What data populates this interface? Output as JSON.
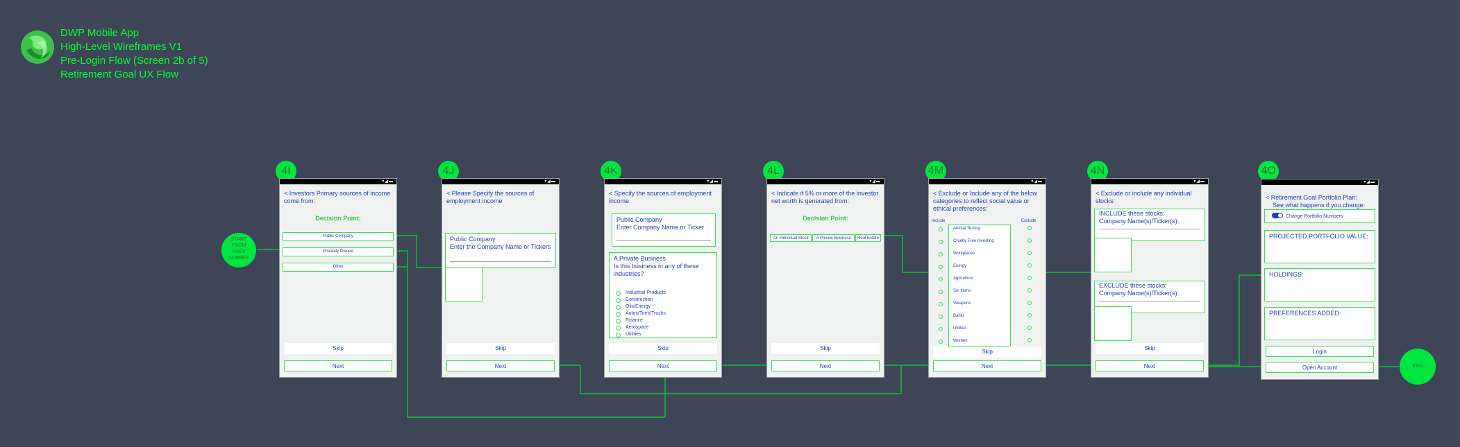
{
  "header": {
    "line1": "DWP Mobile App",
    "line2": "High-Level Wireframes V1",
    "line3": "Pre-Login Flow (Screen 2b of 5)",
    "line4": "Retirement Goal UX Flow"
  },
  "colors": {
    "background": "#3e4557",
    "accent": "#00ff33",
    "text": "#1f3fbf",
    "screen": "#f0f2f2"
  },
  "start_node": {
    "line1": "START",
    "line2": "FROM",
    "line3": "PREV",
    "line4": "SCREEN"
  },
  "end_node": {
    "label": "END"
  },
  "screens": {
    "s4i": {
      "id": "4I",
      "header": "< Investors Primary sources of income come from:",
      "decision": "Decision Point:",
      "options": [
        "Public Company",
        "Privately Owned",
        "Other"
      ],
      "skip": "Skip",
      "next": "Next"
    },
    "s4j": {
      "id": "4J",
      "header": "< Please Specify the sources of employment income",
      "field_line1": "Public Company",
      "field_line2": "Enter the Company Name or Tickers",
      "skip": "Skip",
      "next": "Next"
    },
    "s4k": {
      "id": "4K",
      "header": "< Specify the sources of employment income.",
      "field_line1": "Public Company",
      "field_line2": "Enter Company Name or Ticker",
      "private_line1": "A Private Business",
      "private_line2": "Is this business in any of these industries?",
      "industries": [
        "Industrial Products",
        "Construction",
        "Oils/Energy",
        "Autos/Tires/Trucks",
        "Finance",
        "Aerospace",
        "Utilities"
      ],
      "skip": "Skip",
      "next": "Next"
    },
    "s4l": {
      "id": "4L",
      "header": "< Indicate if 5% or more of the investor net worth is generated from:",
      "decision": "Decision Point:",
      "tabs": [
        "An Individual Stock",
        "A Private Business",
        "Real Estate"
      ],
      "skip": "Skip",
      "next": "Next"
    },
    "s4m": {
      "id": "4M",
      "header": "< Exclude or Include any of the below categories to reflect social value or ethical preferences:",
      "include_label": "Include",
      "exclude_label": "Exclude",
      "categories": [
        "Animal Testing",
        "Cruelty Free Investing",
        "Workplaces",
        "Energy",
        "Agriculture",
        "Sin Items",
        "Weapons",
        "Banks",
        "Utilities",
        "Women"
      ],
      "skip": "Skip",
      "next": "Next"
    },
    "s4n": {
      "id": "4N",
      "header": "< Exclude or include any individual stocks:",
      "include_line1": "INCLUDE these stocks:",
      "include_line2": "Company Name(s)/Ticker(s):",
      "exclude_line1": "EXCLUDE these stocks:",
      "exclude_line2": "Company Name(s)/Ticker(s):",
      "skip": "Skip",
      "next": "Next"
    },
    "s4o": {
      "id": "4O",
      "header_line1": "< Retirement Goal Portfolio Plan:",
      "header_line2": "See what happens if you change:",
      "toggle_label": "Change Portfolio Numbers",
      "projected": "PROJECTED PORTFOLIO VALUE:",
      "holdings": "HOLDINGS:",
      "preferences": "PREFERENCES ADDED:",
      "login": "Login",
      "open_account": "Open Account"
    }
  }
}
